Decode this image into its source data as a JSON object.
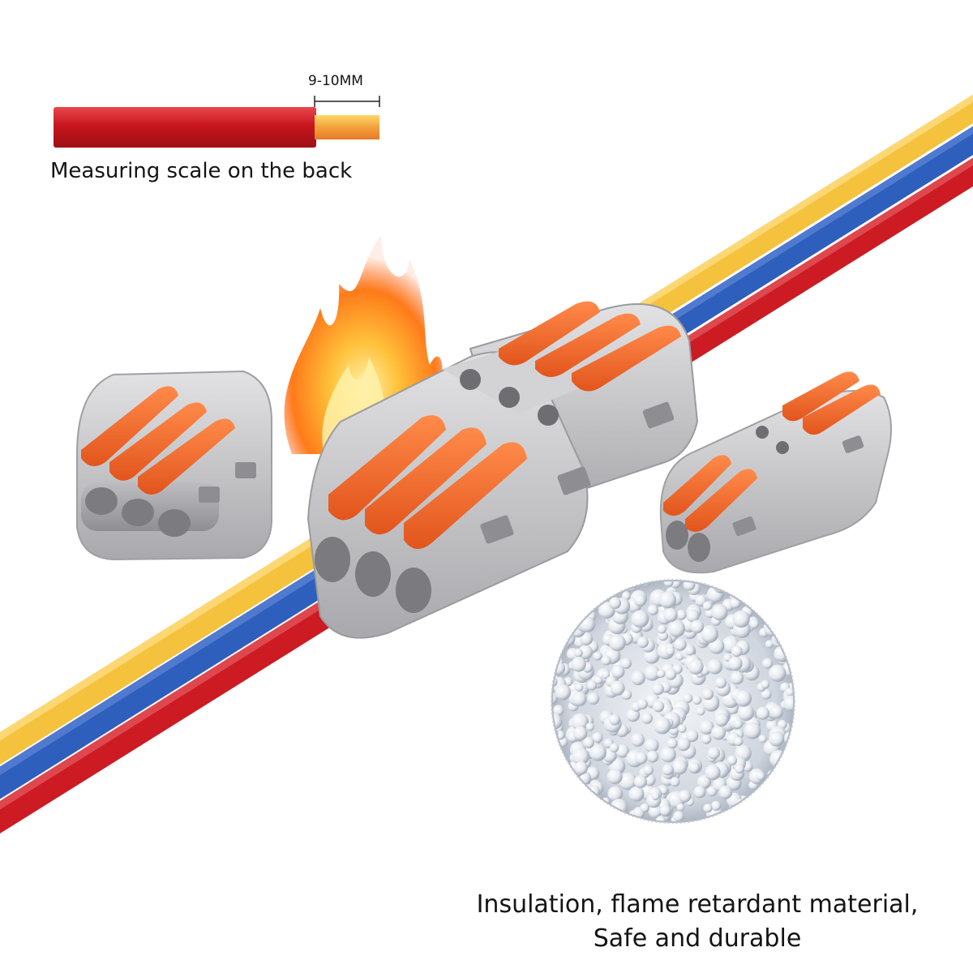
{
  "strip_length_label": "9-10MM",
  "strip_caption": "Measuring scale on the back",
  "material_caption": {
    "line1": "Insulation, flame retardant material,",
    "line2": "Safe and durable"
  },
  "colors": {
    "wire_yellow": "#f4c23c",
    "wire_blue": "#2f5fbd",
    "wire_red": "#cc1b22",
    "housing_gray": "#c9c9cb",
    "lever_orange": "#f06a2a",
    "flame_orange": "#ff9a1f"
  }
}
